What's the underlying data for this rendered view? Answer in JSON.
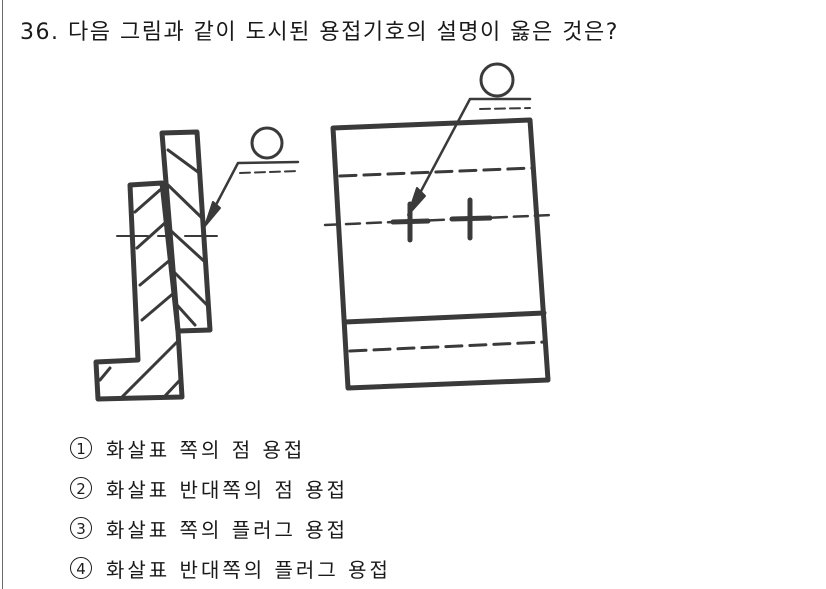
{
  "question": {
    "number": "36.",
    "text": "다음 그림과 같이 도시된 용접기호의 설명이 옳은 것은?"
  },
  "figure": {
    "description": "welding symbol drawing: left sectional view with arrow-side circle symbol, right plan view with spot-weld cross marks",
    "symbol": "circle-on-reference-line",
    "stroke_color": "#3a3a3a"
  },
  "choices": [
    {
      "num": "1",
      "text": "화살표 쪽의 점 용접"
    },
    {
      "num": "2",
      "text": "화살표 반대쪽의 점 용접"
    },
    {
      "num": "3",
      "text": "화살표 쪽의 플러그 용접"
    },
    {
      "num": "4",
      "text": "화살표 반대쪽의 플러그 용접"
    }
  ]
}
